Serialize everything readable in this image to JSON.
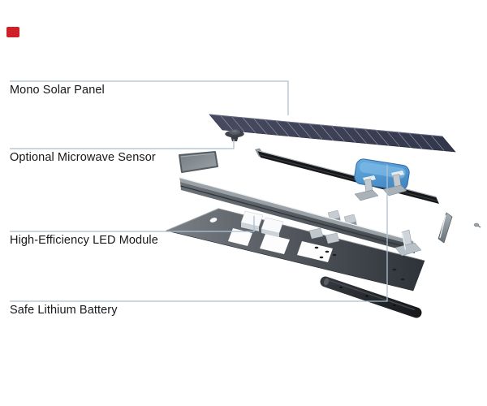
{
  "callouts": [
    {
      "label": "Mono Solar Panel"
    },
    {
      "label": "Optional Microwave Sensor"
    },
    {
      "label": "High-Efficiency LED Module"
    },
    {
      "label": "Safe Lithium Battery"
    }
  ],
  "colors": {
    "page_bg": "#ffffff",
    "label_text": "#17181a",
    "leader_line": "#abc1d4",
    "brand_red": "#cf2027",
    "solar_panel": "#42455a",
    "battery_blue": "#4a90cb",
    "rail_black": "#17181a",
    "metal_light": "#c6ccd2",
    "metal_dark": "#4c5257"
  },
  "icons": {
    "solar_panel": "solar-panel-part",
    "microwave_sensor": "microwave-sensor-part",
    "led_module": "led-module-part",
    "lithium_battery": "lithium-battery-part"
  }
}
